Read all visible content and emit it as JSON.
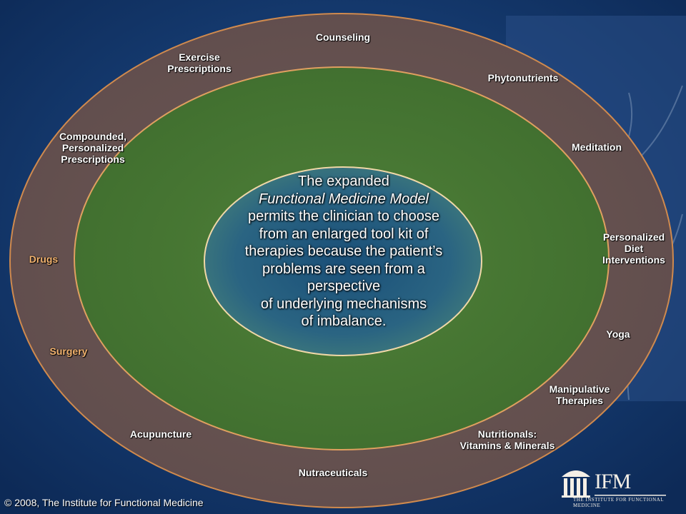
{
  "colors": {
    "background": "#12366b",
    "outer_ring": "#6e5a52",
    "outer_ring_stroke": "#d08a4e",
    "middle_ring": "#4f7e3a",
    "center": "#2e6a8a",
    "outer_label": "#f1b26e",
    "inner_label": "#ffffff"
  },
  "diagram": {
    "center": {
      "line1": "The expanded",
      "line2": "Functional Medicine Model",
      "line3": "permits the clinician to choose",
      "line4": "from an enlarged tool kit of",
      "line5": "therapies because the patient’s",
      "line6": "problems are seen from a",
      "line7": "perspective",
      "line8": "of underlying mechanisms",
      "line9": "of imbalance."
    },
    "labels": {
      "counseling": "Counseling",
      "exercise": "Exercise\nPrescriptions",
      "phytonutrients": "Phytonutrients",
      "compounded": "Compounded,\nPersonalized\nPrescriptions",
      "meditation": "Meditation",
      "personalized_diet": "Personalized\nDiet\nInterventions",
      "drugs": "Drugs",
      "yoga": "Yoga",
      "surgery": "Surgery",
      "manipulative": "Manipulative\nTherapies",
      "acupuncture": "Acupuncture",
      "nutritionals": "Nutritionals:\nVitamins & Minerals",
      "nutraceuticals": "Nutraceuticals"
    }
  },
  "footer": {
    "copyright": "© 2008, The Institute for Functional Medicine",
    "logo_text": "IFM",
    "logo_subtext": "THE INSTITUTE FOR FUNCTIONAL MEDICINE"
  }
}
